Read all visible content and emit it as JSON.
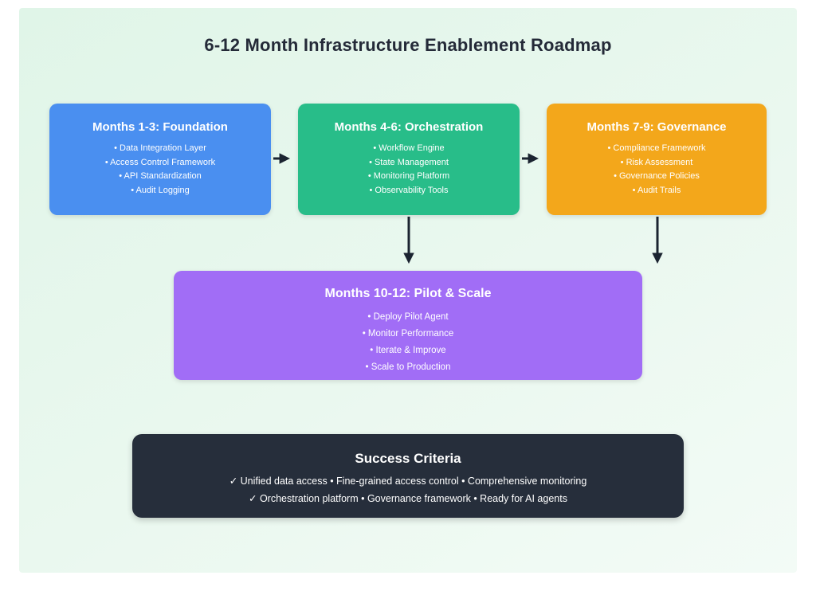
{
  "title": "6-12 Month Infrastructure Enablement Roadmap",
  "phases": [
    {
      "title": "Months 1-3: Foundation",
      "color": "#4a8ff0",
      "items": [
        "• Data Integration Layer",
        "• Access Control Framework",
        "• API Standardization",
        "• Audit Logging"
      ]
    },
    {
      "title": "Months 4-6: Orchestration",
      "color": "#28bd89",
      "items": [
        "• Workflow Engine",
        "• State Management",
        "• Monitoring Platform",
        "• Observability Tools"
      ]
    },
    {
      "title": "Months 7-9: Governance",
      "color": "#f3a71b",
      "items": [
        "• Compliance Framework",
        "• Risk Assessment",
        "• Governance Policies",
        "• Audit Trails"
      ]
    },
    {
      "title": "Months 10-12: Pilot & Scale",
      "color": "#a16df6",
      "items": [
        "• Deploy Pilot Agent",
        "• Monitor Performance",
        "• Iterate & Improve",
        "• Scale to Production"
      ]
    }
  ],
  "success": {
    "title": "Success Criteria",
    "lines": [
      "✓ Unified data access • Fine-grained access control • Comprehensive monitoring",
      "✓ Orchestration platform • Governance framework • Ready for AI agents"
    ]
  },
  "colors": {
    "background_panel": "#e8f7ee",
    "title_text": "#242a38",
    "arrow": "#1b2431",
    "success_background": "#262e3b"
  }
}
